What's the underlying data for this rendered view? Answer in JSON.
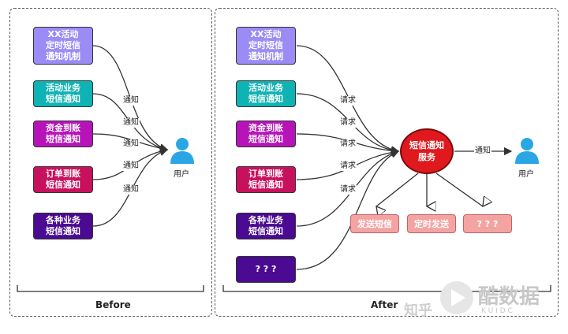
{
  "before": {
    "caption": "Before",
    "services": [
      {
        "label": "XX活动\n定时短信\n通知机制",
        "color": "#9b8cf5"
      },
      {
        "label": "活动业务\n短信通知",
        "color": "#10b3b3"
      },
      {
        "label": "资金到账\n短信通知",
        "color": "#b614b9"
      },
      {
        "label": "订单到账\n短信通知",
        "color": "#c8115d"
      },
      {
        "label": "各种业务\n短信通知",
        "color": "#4a0a91"
      }
    ],
    "edge_label": "通知",
    "user_label": "用户"
  },
  "after": {
    "caption": "After",
    "services": [
      {
        "label": "XX活动\n定时短信\n通知机制",
        "color": "#9b8cf5"
      },
      {
        "label": "活动业务\n短信通知",
        "color": "#10b3b3"
      },
      {
        "label": "资金到账\n短信通知",
        "color": "#b614b9"
      },
      {
        "label": "订单到账\n短信通知",
        "color": "#c8115d"
      },
      {
        "label": "各种业务\n短信通知",
        "color": "#4a0a91"
      },
      {
        "label": "? ? ?",
        "color": "#4a0a91"
      }
    ],
    "edge_label": "请求",
    "hub_label": "短信通知\n服务",
    "hub_to_user_label": "通知",
    "user_label": "用户",
    "actions": [
      "发送短信",
      "定时发送",
      "? ? ?"
    ]
  },
  "watermark": {
    "zhihu": "知乎",
    "brand": "酷数据",
    "sub": "K U I  D C"
  },
  "colors": {
    "user_icon": "#2aa6e4",
    "hub": "#e0191e",
    "action_fill": "#f4a3a3"
  }
}
